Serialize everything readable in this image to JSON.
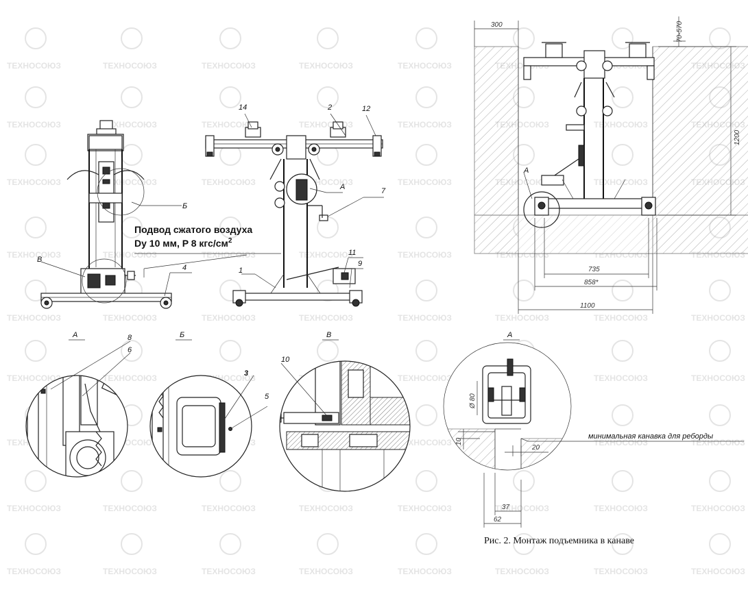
{
  "watermark": "ТЕХНОСОЮЗ",
  "callouts": {
    "n14": "14",
    "n2": "2",
    "n12": "12",
    "nA": "А",
    "n7": "7",
    "nB": "Б",
    "nV": "В",
    "n4": "4",
    "n1": "1",
    "n11": "11",
    "n9": "9",
    "n8": "8",
    "n6": "6",
    "n3": "3",
    "n5": "5",
    "n10": "10"
  },
  "air_supply": {
    "line1": "Подвод сжатого воздуха",
    "line2": "Dy 10 мм, P 8 кгс/см",
    "sup": "2"
  },
  "views": {
    "a": "А",
    "b": "Б",
    "v": "В",
    "a_right": "А",
    "a_pit": "А"
  },
  "dimensions": {
    "d300": "300",
    "d70_570": "70-570",
    "d1200": "1200",
    "d735": "735",
    "d858": "858*",
    "d1100": "1100",
    "d80": "Ø 80",
    "d10": "10",
    "d20": "20",
    "d37": "37",
    "d62": "62"
  },
  "groove_label": "минимальная канавка для реборды",
  "caption": "Рис. 2. Монтаж подъемника в канаве",
  "colors": {
    "line": "#222222",
    "hatch": "#9a9a9a",
    "watermark": "#e4e4e4"
  }
}
